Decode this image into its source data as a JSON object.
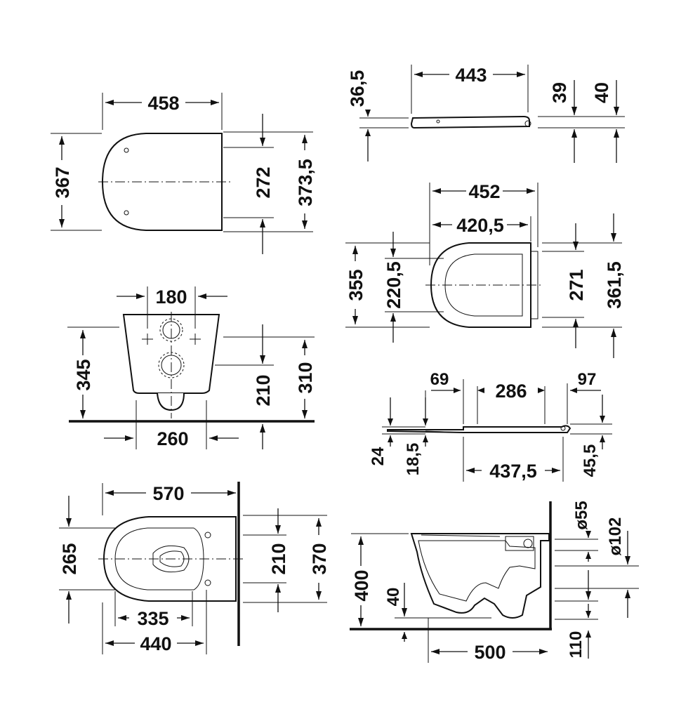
{
  "views": {
    "seat_top": {
      "width": "458",
      "depth": "367",
      "hinge_spacing": "272",
      "overall_depth": "373,5"
    },
    "seat_side": {
      "length": "443",
      "height_front": "36,5",
      "height_hinge": "39",
      "height_total": "40"
    },
    "seat_open_top": {
      "length": "452",
      "inner_length": "420,5",
      "width": "355",
      "inner_width": "220,5",
      "hinge_spacing": "271",
      "overall_width": "361,5"
    },
    "seat_side_detail": {
      "front_offset": "69",
      "hinge_spacing": "286",
      "rear_offset": "97",
      "height": "24",
      "pad_height": "18,5",
      "length": "437,5",
      "hinge_height": "45,5"
    },
    "bowl_rear": {
      "bolt_spacing": "180",
      "height_top": "345",
      "outlet_height": "210",
      "height_bolts": "310",
      "width": "260"
    },
    "bowl_top": {
      "length": "570",
      "width_offset": "265",
      "bolt_spacing": "210",
      "width": "370",
      "rim_length": "335",
      "bowl_length": "440"
    },
    "bowl_side": {
      "diameter_inlet": "ø55",
      "diameter_outlet": "ø102",
      "height": "400",
      "rim_height": "40",
      "projection": "500",
      "outlet_height": "110"
    }
  }
}
